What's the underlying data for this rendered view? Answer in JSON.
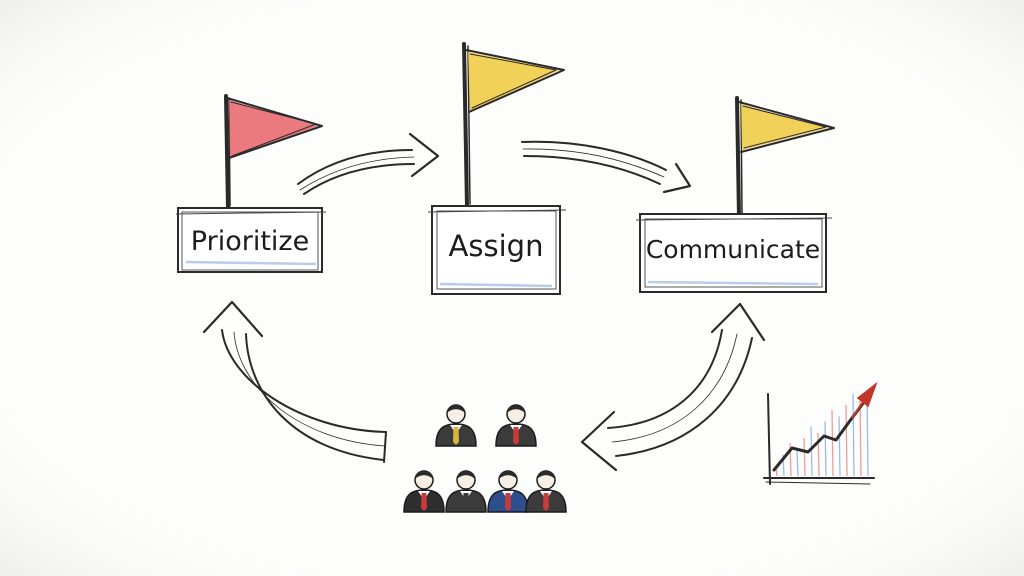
{
  "steps": [
    {
      "label": "Prioritize",
      "flag_color": "#e8636a"
    },
    {
      "label": "Assign",
      "flag_color": "#f0c93d"
    },
    {
      "label": "Communicate",
      "flag_color": "#f0c93d"
    }
  ],
  "team": {
    "tie_colors": [
      "#d8b63a",
      "#c93a3a",
      "#c93a3a",
      "#3a3a3a",
      "#c93a3a",
      "#c93a3a"
    ],
    "member_count": 6
  },
  "trend_chart": {
    "line_color": "#1a1a1a",
    "arrow_color": "#c0392b",
    "stripe_colors": [
      "#e87b7b",
      "#7ba3e8"
    ]
  }
}
